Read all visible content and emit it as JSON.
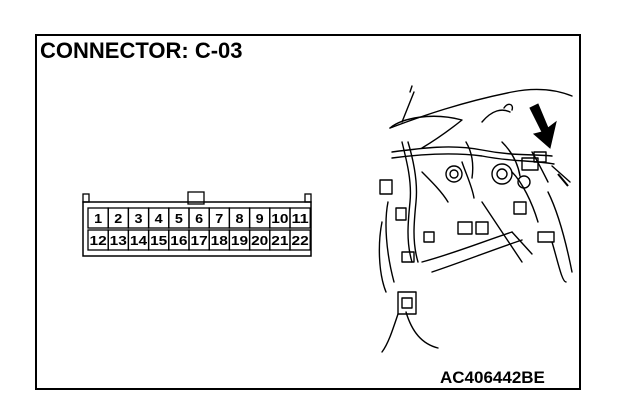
{
  "title": "CONNECTOR: C-03",
  "figure_code": "AC406442BE",
  "connector": {
    "top_row": [
      "1",
      "2",
      "3",
      "4",
      "5",
      "6",
      "7",
      "8",
      "9",
      "10",
      "11"
    ],
    "bottom_row": [
      "12",
      "13",
      "14",
      "15",
      "16",
      "17",
      "18",
      "19",
      "20",
      "21",
      "22"
    ]
  },
  "colors": {
    "line": "#000000",
    "background": "#ffffff"
  }
}
